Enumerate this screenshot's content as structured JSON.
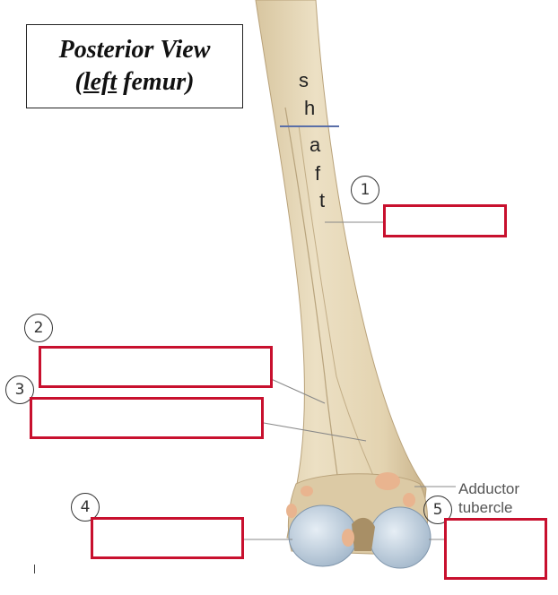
{
  "title": {
    "line1": "Posterior View",
    "line2_open": "(",
    "line2_underlined": "left",
    "line2_rest": " femur)"
  },
  "shaft_letters": [
    "s",
    "h",
    "a",
    "f",
    "t"
  ],
  "labels": {
    "adductor_line1": "Adductor",
    "adductor_line2": "tubercle"
  },
  "callout_numbers": [
    "1",
    "2",
    "3",
    "4",
    "5"
  ],
  "colors": {
    "bone": "#e6d7b6",
    "bone_shadow": "#cdb892",
    "cartilage": "#c9d7e3",
    "highlight": "#e9b48f",
    "box_border": "#c8102e",
    "marker_line": "#5a6fa8"
  }
}
